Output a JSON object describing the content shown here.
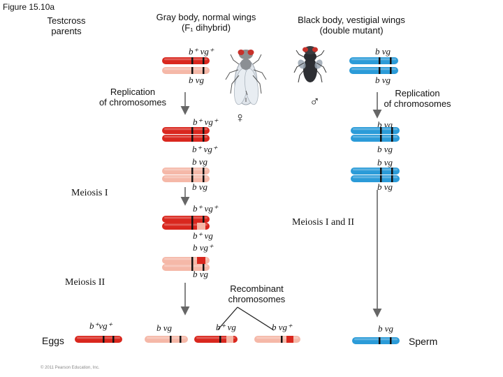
{
  "figure_label": "Figure 15.10a",
  "headers": {
    "testcross": [
      "Testcross",
      "parents"
    ],
    "gray": [
      "Gray body, normal wings",
      "(F₁ dihybrid)"
    ],
    "black": [
      "Black body, vestigial wings",
      "(double mutant)"
    ]
  },
  "steps": {
    "replication_left": [
      "Replication",
      "of chromosomes"
    ],
    "replication_right": [
      "Replication",
      "of chromosomes"
    ],
    "meiosis_1": "Meiosis I",
    "meiosis_2": "Meiosis II",
    "meiosis_1_2": "Meiosis I and II",
    "recombinant": [
      "Recombinant",
      "chromosomes"
    ]
  },
  "symbols": {
    "female": "♀",
    "male": "♂"
  },
  "alleles": {
    "bvg_plus": "b⁺ vg⁺",
    "bvg": "b vg",
    "b_plus_vg": "b⁺ vg",
    "b_vg_plus": "b vg⁺",
    "egg1": "b⁺vg⁺"
  },
  "bottom": {
    "eggs": "Eggs",
    "sperm": "Sperm"
  },
  "copyright": "© 2011 Pearson Education, Inc.",
  "colors": {
    "red": "#d9271e",
    "pink": "#f5b8a8",
    "blue": "#2b9bd8",
    "band": "#111111"
  }
}
